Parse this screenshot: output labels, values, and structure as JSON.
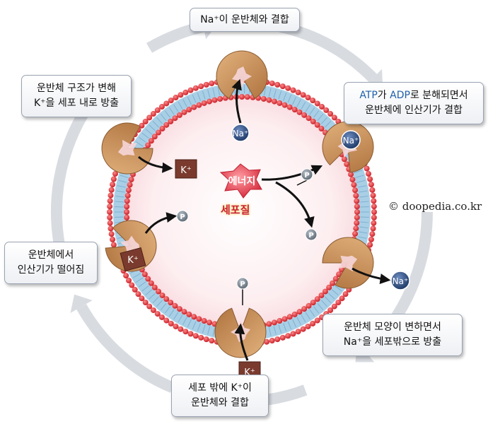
{
  "steps": {
    "step1": "Na⁺이 운반체와 결합",
    "step2_part1": "ATP",
    "step2_part2": "가 ",
    "step2_part3": "ADP",
    "step2_part4": "로 분해되면서",
    "step2_line2": "운반체에 인산기가 결합",
    "step3_line1": "운반체 모양이 변하면서",
    "step3_line2": "Na⁺을 세포밖으로 방출",
    "step4_line1": "세포 밖에 K⁺이",
    "step4_line2": "운반체와 결합",
    "step5_line1": "운반체에서",
    "step5_line2": "인산기가 떨어짐",
    "step6_line1": "운반체 구조가 변해",
    "step6_line2": "K⁺을 세포 내로 방출"
  },
  "center": {
    "energy": "에너지",
    "cytoplasm": "세포질"
  },
  "ions": {
    "na": "Na⁺",
    "k": "K⁺",
    "p": "P"
  },
  "credit": "© doopedia.co.kr",
  "colors": {
    "box_text_accent": "#1f5fa8",
    "membrane_head": "#e0303a",
    "membrane_tail": "#a9cfe6",
    "carrier": "#c98f5a",
    "energy_star": "#e8505a",
    "na_ion": "#1f3a68",
    "k_ion": "#7a3b2e",
    "phosphate": "#6f7a86",
    "cycle_arrow": "#d6dadf"
  }
}
